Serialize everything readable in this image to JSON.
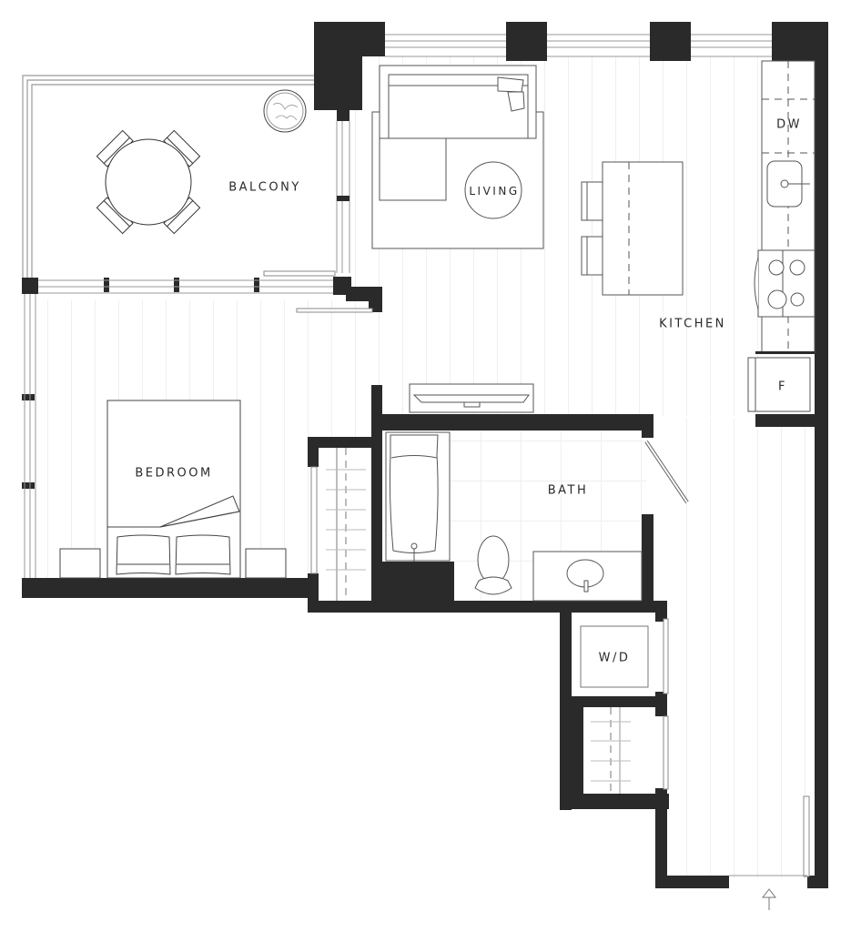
{
  "plan": {
    "colors": {
      "wall": "#2a2a2a",
      "line": "#555555",
      "light_line": "#bbbbbb",
      "floor_stripe": "#efefef",
      "background": "#ffffff"
    },
    "rooms": [
      {
        "id": "balcony",
        "label": "BALCONY"
      },
      {
        "id": "living",
        "label": "LIVING"
      },
      {
        "id": "kitchen",
        "label": "KITCHEN"
      },
      {
        "id": "bedroom",
        "label": "BEDROOM"
      },
      {
        "id": "bath",
        "label": "BATH"
      }
    ],
    "appliances": [
      {
        "id": "dishwasher",
        "label": "DW"
      },
      {
        "id": "fridge",
        "label": "F"
      },
      {
        "id": "washer-dryer",
        "label": "W/D"
      }
    ],
    "entry": {
      "icon": "entry-arrow-icon"
    }
  }
}
